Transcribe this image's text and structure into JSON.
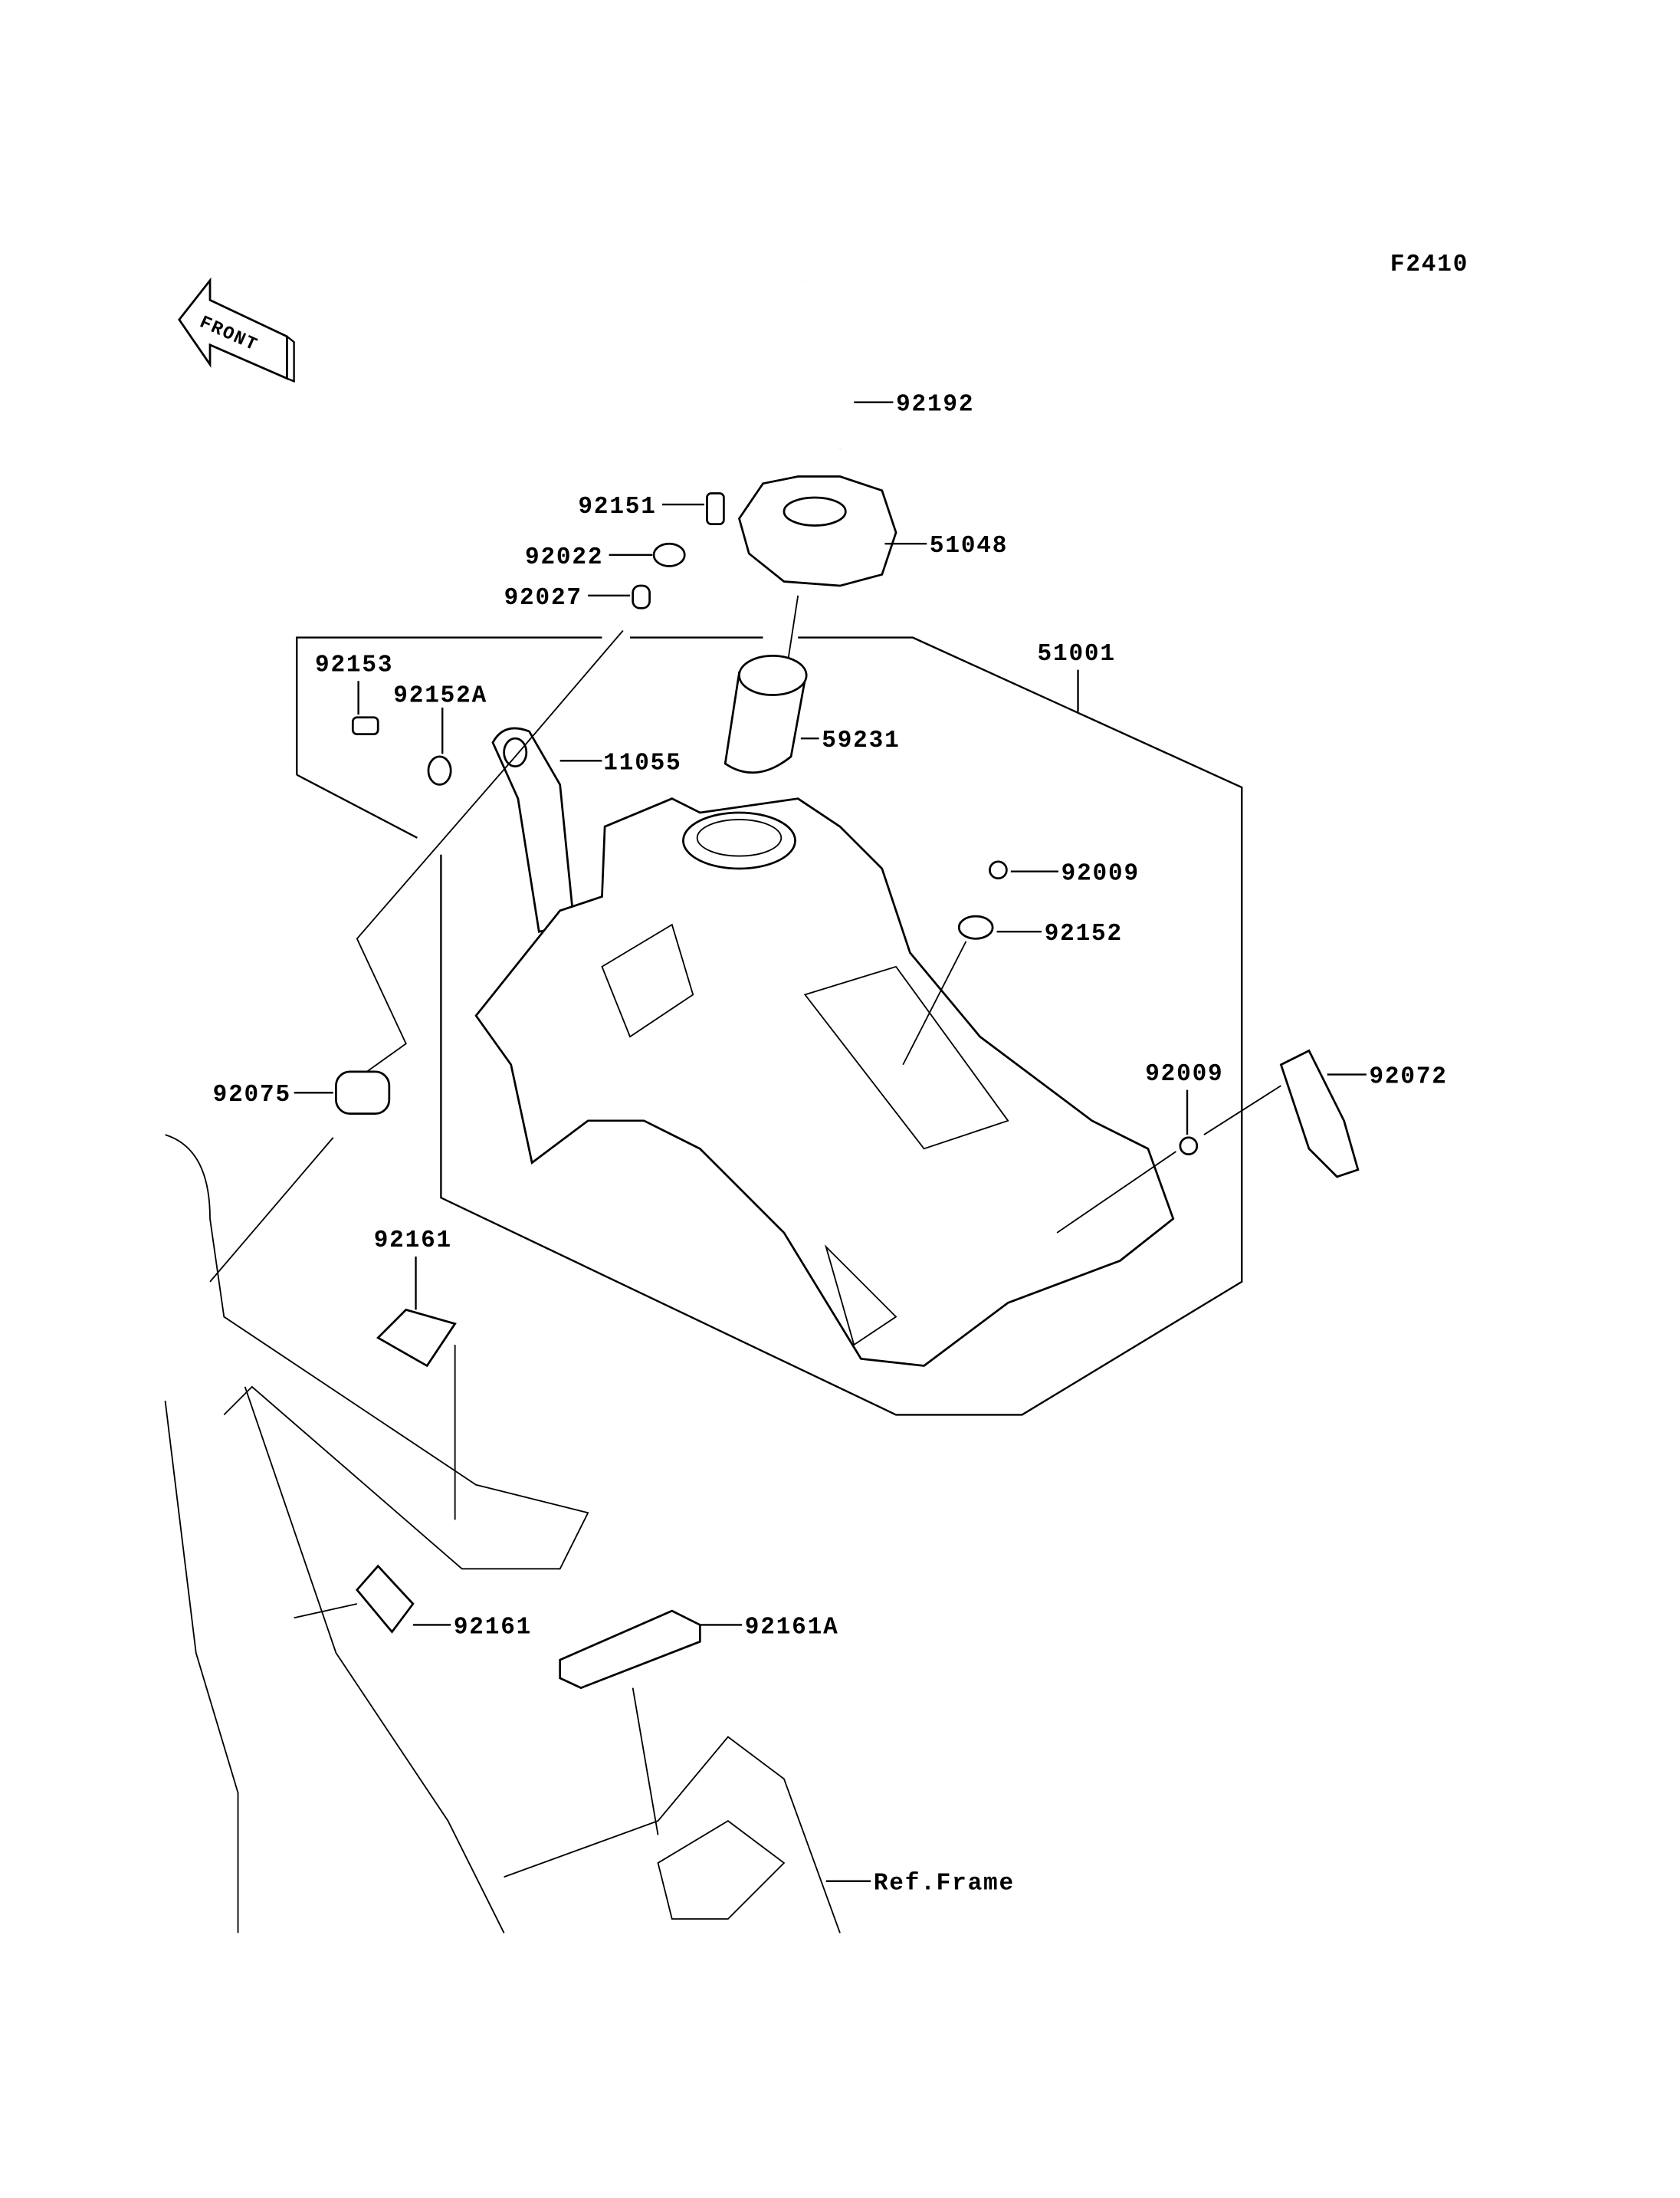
{
  "diagram": {
    "figure_code": "F2410",
    "front_arrow_label": "FRONT",
    "ref_label": "Ref.Frame",
    "parts": {
      "hose": "92192",
      "cap_bolt": "92151",
      "cap": "51048",
      "washer": "92022",
      "collar": "92027",
      "tank_assembly": "51001",
      "bolt_left": "92153",
      "damper_a": "92152A",
      "bracket": "11055",
      "filter": "59231",
      "screw_upper": "92009",
      "damper": "92152",
      "screw_lower": "92009",
      "strap": "92072",
      "grommet": "92075",
      "pad_upper": "92161",
      "pad_lower": "92161",
      "pad_a": "92161A"
    }
  }
}
